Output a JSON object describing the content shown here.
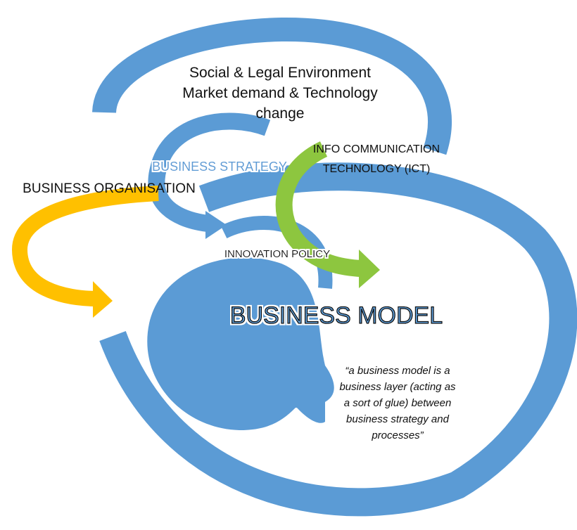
{
  "diagram": {
    "environment": {
      "line1": "Social & Legal Environment",
      "line2": "Market demand & Technology",
      "line3": "change"
    },
    "ict": {
      "line1": "INFO COMMUNICATION",
      "line2": "TECHNOLOGY (ICT)"
    },
    "strategy": "BUSINESS STRATEGY",
    "organisation": "BUSINESS ORGANISATION",
    "innovation": "INNOVATION POLICY",
    "model": "BUSINESS MODEL",
    "quote": {
      "line1": "“a business model is a",
      "line2": "business layer (acting as",
      "line3": "a sort of glue) between",
      "line4": "business strategy and",
      "line5": "processes”"
    }
  },
  "colors": {
    "blue": "#5b9bd5",
    "green": "#8dc63f",
    "yellow": "#ffc000",
    "text": "#111111"
  }
}
